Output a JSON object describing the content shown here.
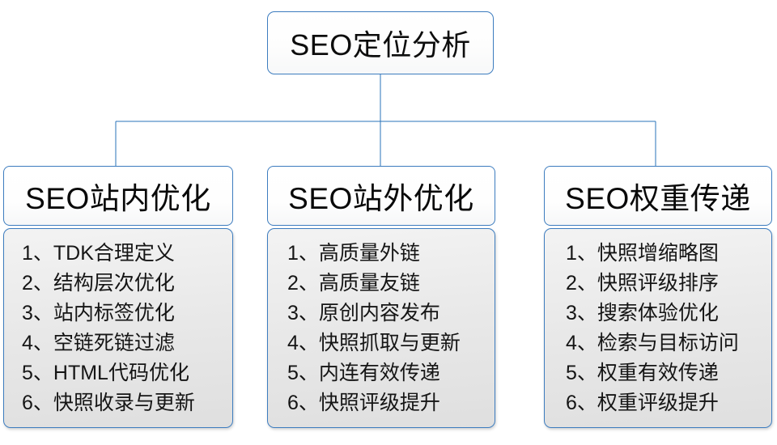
{
  "diagram": {
    "type": "tree-hierarchy",
    "root": {
      "title": "SEO定位分析"
    },
    "branches": [
      {
        "title": "SEO站内优化",
        "items": [
          {
            "index": "1、",
            "label": "TDK合理定义"
          },
          {
            "index": "2、",
            "label": "结构层次优化"
          },
          {
            "index": "3、",
            "label": "站内标签优化"
          },
          {
            "index": "4、",
            "label": "空链死链过滤"
          },
          {
            "index": "5、",
            "label": "HTML代码优化"
          },
          {
            "index": "6、",
            "label": "快照收录与更新"
          }
        ]
      },
      {
        "title": "SEO站外优化",
        "items": [
          {
            "index": "1、",
            "label": "高质量外链"
          },
          {
            "index": "2、",
            "label": "高质量友链"
          },
          {
            "index": "3、",
            "label": "原创内容发布"
          },
          {
            "index": "4、",
            "label": "快照抓取与更新"
          },
          {
            "index": "5、",
            "label": "内连有效传递"
          },
          {
            "index": "6、",
            "label": "快照评级提升"
          }
        ]
      },
      {
        "title": "SEO权重传递",
        "items": [
          {
            "index": "1、",
            "label": "快照增缩略图"
          },
          {
            "index": "2、",
            "label": "快照评级排序"
          },
          {
            "index": "3、",
            "label": "搜索体验优化"
          },
          {
            "index": "4、",
            "label": "检索与目标访问"
          },
          {
            "index": "5、",
            "label": "权重有效传递"
          },
          {
            "index": "6、",
            "label": "权重评级提升"
          }
        ]
      }
    ],
    "colors": {
      "border": "#3c7cbf",
      "connector": "#2a73ba",
      "header_fill": "#ffffff",
      "body_fill": "#e7e7e7",
      "text": "#111111",
      "background": "#ffffff"
    }
  }
}
